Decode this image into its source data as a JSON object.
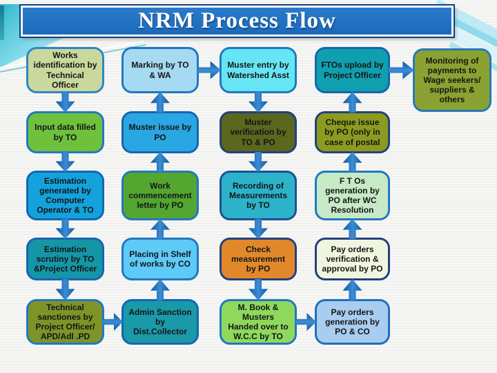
{
  "slide": {
    "title": "NRM Process Flow",
    "title_fill": "#1b6abc",
    "title_border": "#10407e",
    "arrow_color": "#1e72c4"
  },
  "flow": {
    "columns": [
      {
        "direction": "down",
        "boxes": [
          {
            "label": "Works\nidentification by\nTechnical\nOfficer",
            "fill": "#c9d89c",
            "border": "#2e86c4"
          },
          {
            "label": "Input data filled\nby TO",
            "fill": "#6fc13d",
            "border": "#2277c0"
          },
          {
            "label": "Estimation\ngenerated by\nComputer\nOperator & TO",
            "fill": "#14a2dc",
            "border": "#1565b0"
          },
          {
            "label": "Estimation\nscrutiny by TO\n&Project Officer",
            "fill": "#1496a7",
            "border": "#1565b0"
          },
          {
            "label": "Technical\nsanctiones by\nProject Officer/\nAPD/Adl .PD",
            "fill": "#7e9428",
            "border": "#2277c0"
          }
        ]
      },
      {
        "direction": "up",
        "boxes": [
          {
            "label": "Marking by TO\n& WA",
            "fill": "#a6daf3",
            "border": "#2277c0"
          },
          {
            "label": "Muster issue by\nPO",
            "fill": "#2aa7e2",
            "border": "#1565b0"
          },
          {
            "label": "Work\ncommencement\nletter by PO",
            "fill": "#53a630",
            "border": "#2277c0"
          },
          {
            "label": "Placing in Shelf\nof works by CO",
            "fill": "#5ecaf7",
            "border": "#2277c0"
          },
          {
            "label": "Admin Sanction\nby\nDist.Collector",
            "fill": "#1a99a9",
            "border": "#1565b0"
          }
        ]
      },
      {
        "direction": "down",
        "boxes": [
          {
            "label": "Muster entry  by\nWatershed Asst",
            "fill": "#66e6f5",
            "border": "#2277c0"
          },
          {
            "label": "Muster\nverification  by\nTO & PO",
            "fill": "#5b661e",
            "border": "#23407e"
          },
          {
            "label": "Recording  of\nMeasurements\nby TO",
            "fill": "#2cb2c9",
            "border": "#1f4f96"
          },
          {
            "label": "Check\nmeasurement\nby PO",
            "fill": "#e1892a",
            "border": "#23407e"
          },
          {
            "label": "M. Book &\nMusters\nHanded over to\nW.C.C by TO",
            "fill": "#8ed95d",
            "border": "#2277c0"
          }
        ]
      },
      {
        "direction": "up",
        "boxes": [
          {
            "label": "FTOs upload by\nProject Officer",
            "fill": "#109fae",
            "border": "#1565b0"
          },
          {
            "label": "Cheque issue\nby PO (only in\ncase of postal",
            "fill": "#8c9b1f",
            "border": "#23407e"
          },
          {
            "label": "F T Os\ngeneration by\nPO after WC\nResolution",
            "fill": "#c7e9c6",
            "border": "#2277c0"
          },
          {
            "label": "Pay orders\nverification &\napproval by PO",
            "fill": "#eff5df",
            "border": "#23407e"
          },
          {
            "label": "Pay orders\ngeneration by\nPO & CO",
            "fill": "#a9cdf0",
            "border": "#1e6fc0"
          }
        ]
      },
      {
        "direction": "end",
        "boxes": [
          {
            "label": "Monitoring of\npayments to\nWage seekers/\nsuppliers &\nothers",
            "fill": "#8aa232",
            "border": "#2878b8"
          }
        ]
      }
    ],
    "links": [
      {
        "from_column": 0,
        "to_column": 1,
        "row": 4
      },
      {
        "from_column": 1,
        "to_column": 2,
        "row": 0
      },
      {
        "from_column": 2,
        "to_column": 3,
        "row": 4
      },
      {
        "from_column": 3,
        "to_column": 4,
        "row": 0
      }
    ]
  }
}
